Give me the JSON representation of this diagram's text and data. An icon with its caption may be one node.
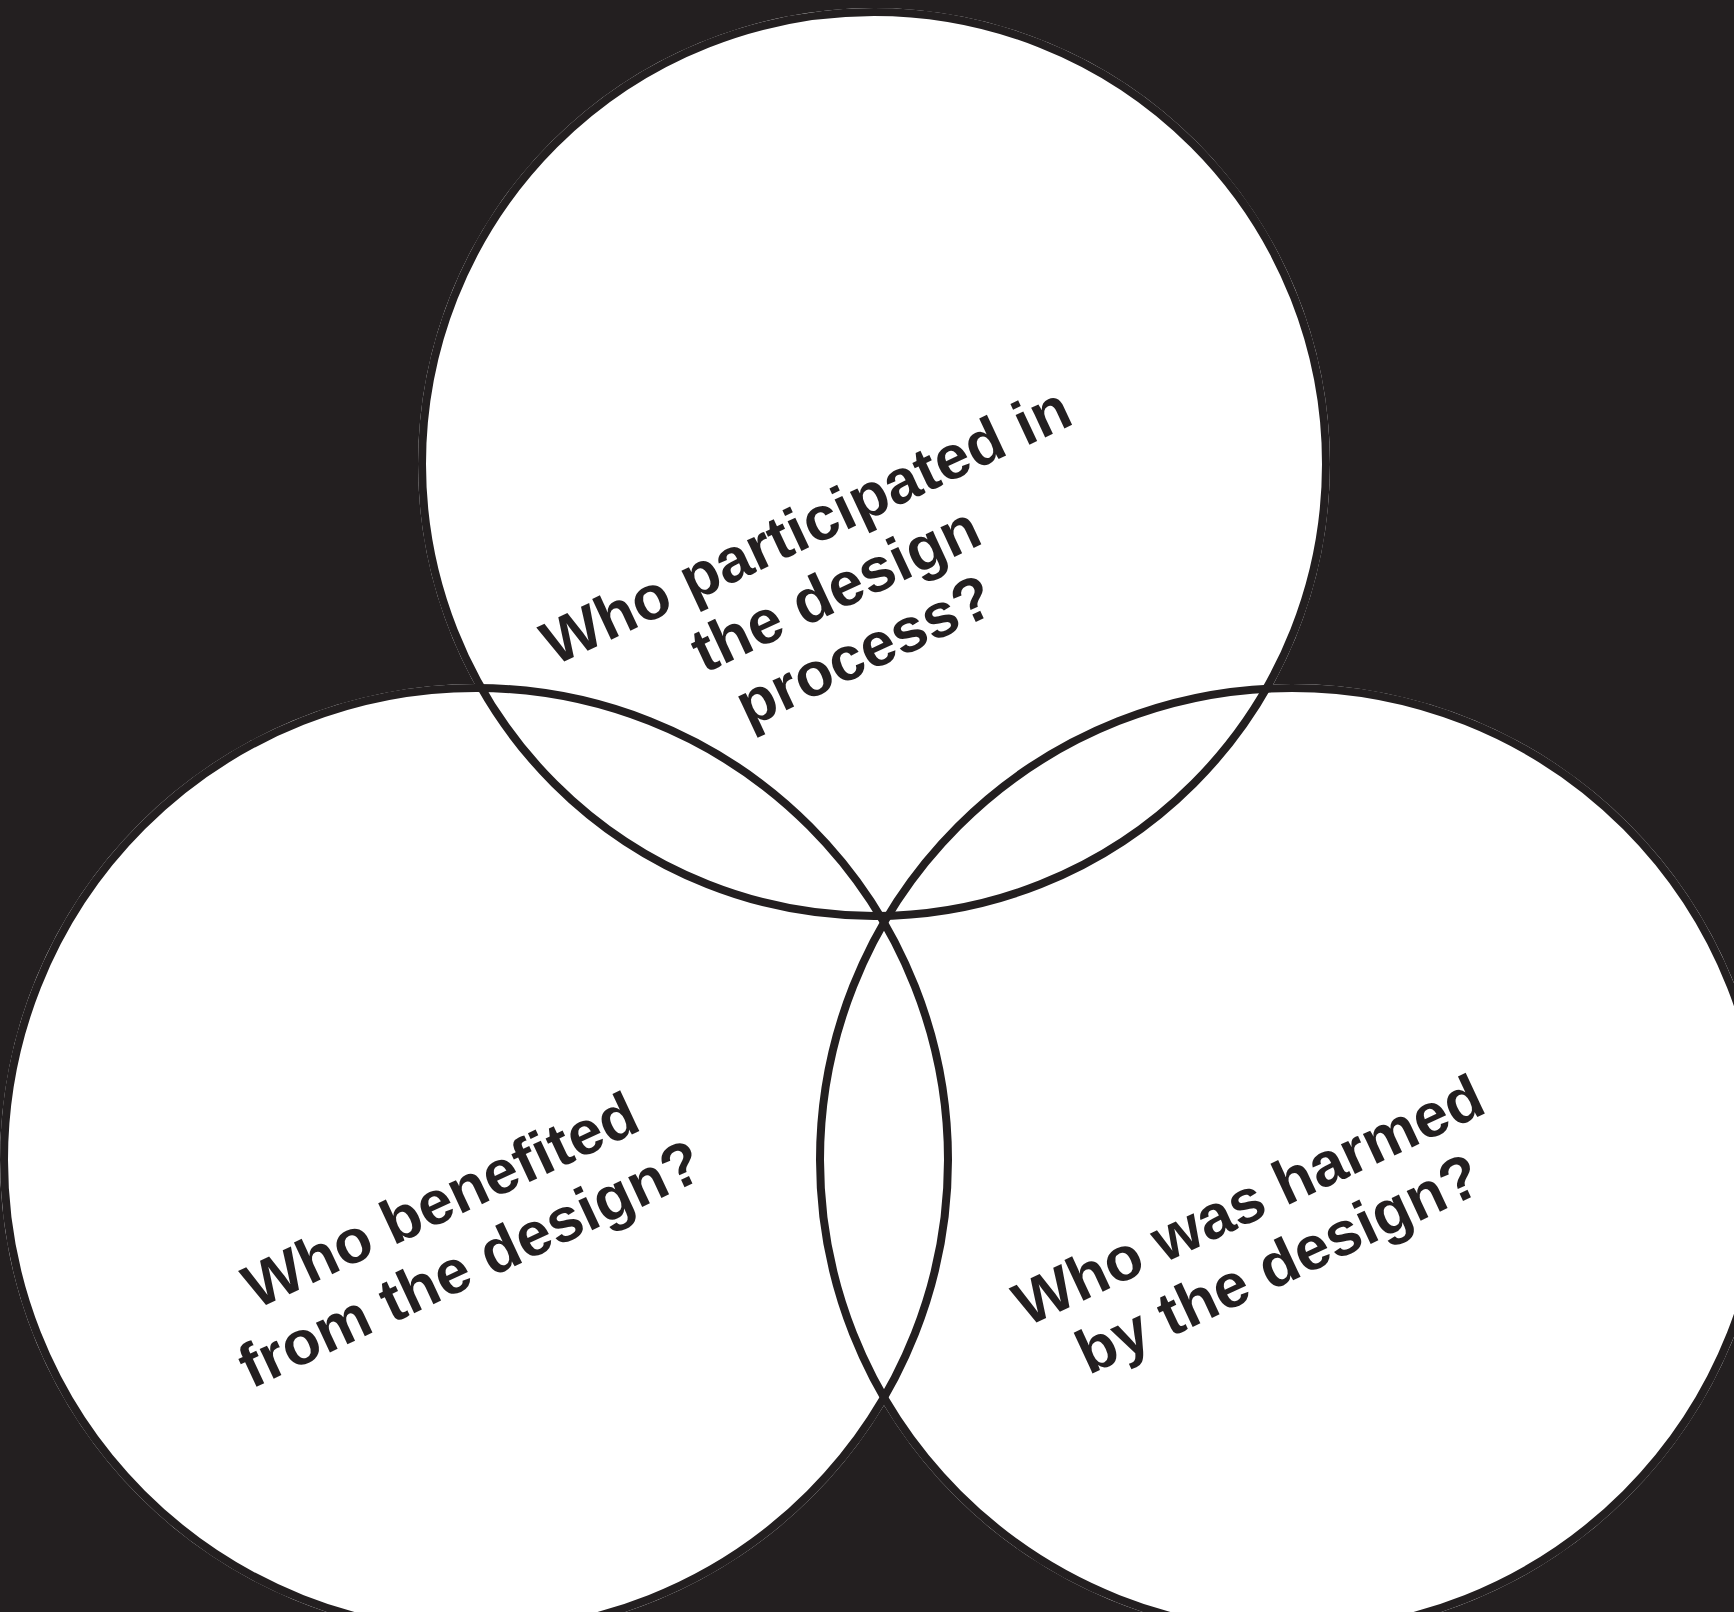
{
  "diagram": {
    "nodes": [
      {
        "text": [
          "Who participated in the design process?"
        ]
      },
      {
        "text": [
          "Who benefited from the design?"
        ]
      },
      {
        "text": [
          "Who was harmed by the design?"
        ]
      }
    ]
  }
}
